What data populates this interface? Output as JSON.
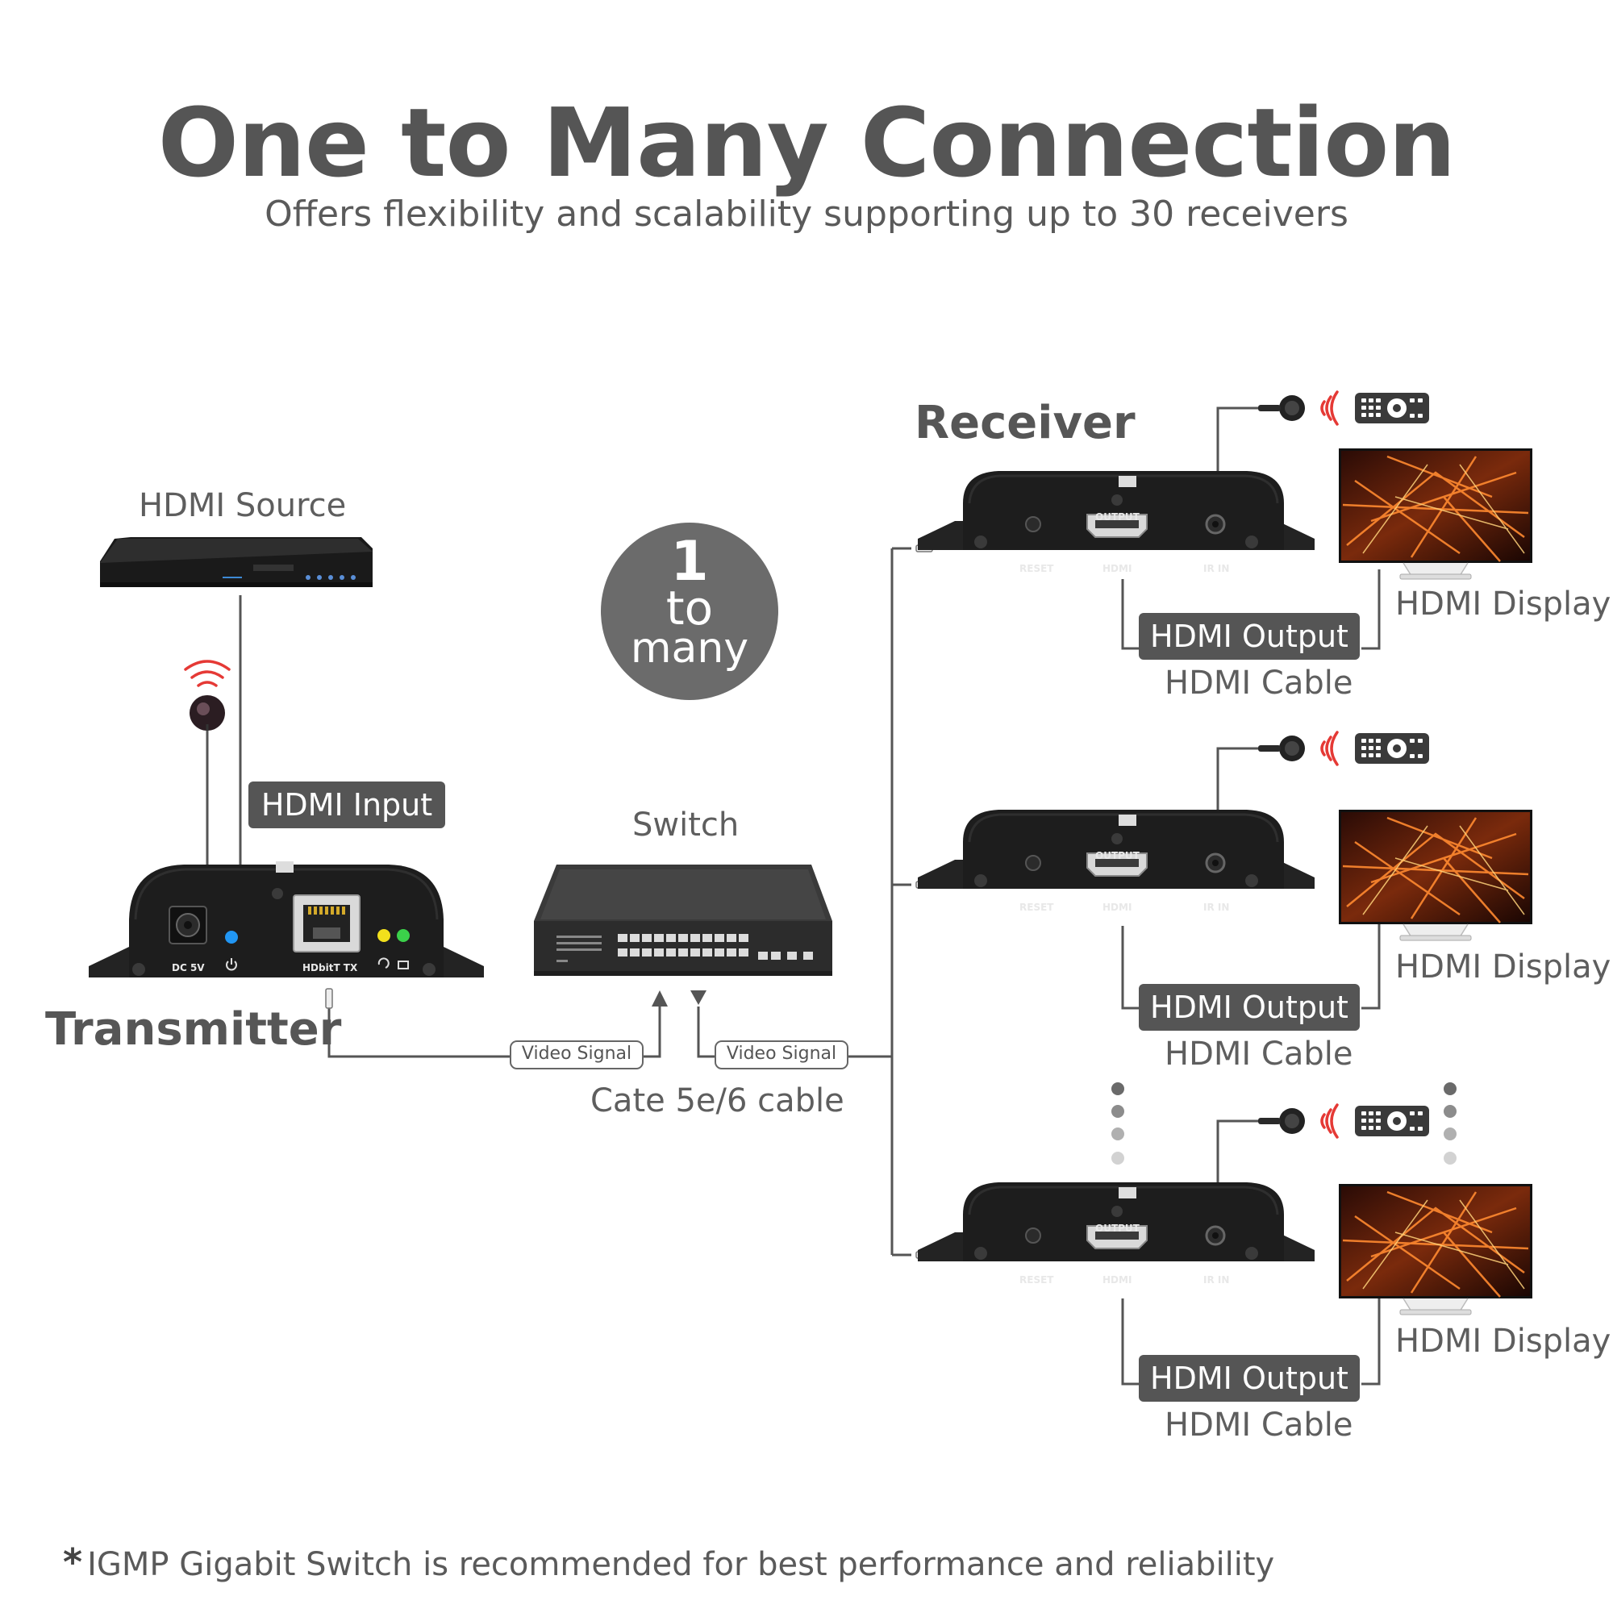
{
  "header": {
    "title": "One to Many Connection",
    "subtitle": "Offers flexibility and scalability supporting up to 30 receivers"
  },
  "source": {
    "label": "HDMI Source"
  },
  "transmitter": {
    "label": "Transmitter",
    "input_badge": "HDMI Input",
    "ports": {
      "dc": "DC 5V",
      "hdbt": "HDbitT TX"
    }
  },
  "switch": {
    "label": "Switch",
    "signal_in": "Video Signal",
    "signal_out": "Video Signal",
    "cable_label": "Cate 5e/6 cable"
  },
  "badge": {
    "line1": "1",
    "line2": "to",
    "line3": "many"
  },
  "receiver": {
    "label": "Receiver",
    "units": [
      {
        "port_output": "OUTPUT",
        "port_reset": "RESET",
        "port_hdmi": "HDMI",
        "port_ir": "IR IN",
        "output_badge": "HDMI Output",
        "cable_label": "HDMI Cable",
        "display_label": "HDMI Display"
      },
      {
        "port_output": "OUTPUT",
        "port_reset": "RESET",
        "port_hdmi": "HDMI",
        "port_ir": "IR IN",
        "output_badge": "HDMI Output",
        "cable_label": "HDMI Cable",
        "display_label": "HDMI Display"
      },
      {
        "port_output": "OUTPUT",
        "port_reset": "RESET",
        "port_hdmi": "HDMI",
        "port_ir": "IR IN",
        "output_badge": "HDMI Output",
        "cable_label": "HDMI Cable",
        "display_label": "HDMI Display"
      }
    ]
  },
  "footnote": {
    "marker": "*",
    "text": "IGMP Gigabit Switch is recommended for best performance and reliability"
  },
  "colors": {
    "text": "#575757",
    "badge_bg": "#555555",
    "circle_bg": "#6b6b6b",
    "device_body": "#1f1f1f",
    "ir_wave": "#e53935",
    "led_blue": "#2196f3",
    "led_yellow": "#f2e01c",
    "led_green": "#3bd14a"
  },
  "icons": [
    "ir-sensor-icon",
    "ir-remote-icon",
    "ir-wave-icon",
    "rj45-plug-icon",
    "arrow-up-icon",
    "arrow-down-icon",
    "power-icon"
  ]
}
